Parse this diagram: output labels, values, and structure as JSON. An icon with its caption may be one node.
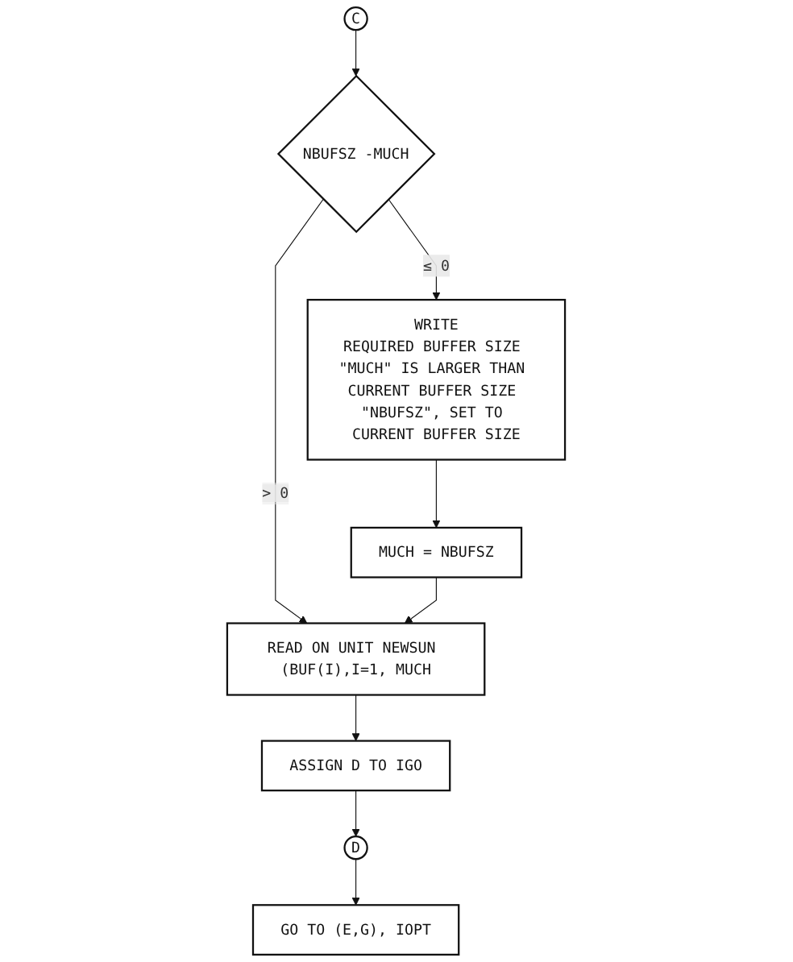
{
  "diagram": {
    "nodes": [
      {
        "text": [
          "C"
        ]
      },
      {
        "text": [
          "NBUFSZ -MUCH"
        ]
      },
      {
        "text": [
          "WRITE",
          "REQUIRED BUFFER SIZE \"MUCH\" IS LARGER THAN CURRENT BUFFER SIZE \"NBUFSZ\", SET TO CURRENT BUFFER SIZE"
        ]
      },
      {
        "text": [
          "READ ON UNIT NEWSUN (BUF(I),I=1, MUCH"
        ]
      },
      {
        "text": [
          "MUCH = NBUFSZ"
        ]
      },
      {
        "text": [
          "ASSIGN D TO IGO"
        ]
      },
      {
        "text": [
          "D"
        ]
      },
      {
        "text": [
          "GO TO (E,G), IOPT"
        ]
      }
    ],
    "edges": [
      {
        "from": 0,
        "to": 1,
        "arrow": "to"
      },
      {
        "from": 1,
        "to": 2,
        "label": "≤ 0",
        "arrow": "to"
      },
      {
        "from": 1,
        "to": 3,
        "label": "> 0",
        "arrow": "to"
      },
      {
        "from": 2,
        "to": 4,
        "arrow": "to"
      },
      {
        "from": 4,
        "to": 3,
        "arrow": "to"
      },
      {
        "from": 3,
        "to": 5,
        "arrow": "to"
      },
      {
        "from": 5,
        "to": 6,
        "arrow": "to"
      },
      {
        "from": 6,
        "to": 7,
        "arrow": "to"
      }
    ]
  }
}
